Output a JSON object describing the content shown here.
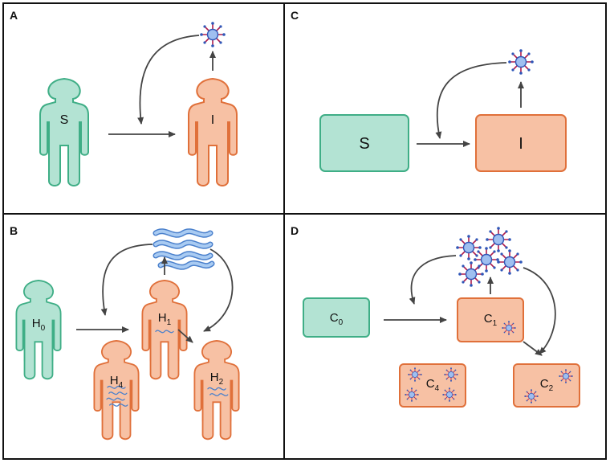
{
  "colors": {
    "frame": "#111111",
    "green_fill": "#b3e3d3",
    "green_stroke": "#3fae86",
    "orange_fill": "#f7c1a4",
    "orange_stroke": "#e0703a",
    "arrow": "#444444",
    "virus_body": "#9fbff0",
    "virus_outline": "#2f57b8",
    "virus_spike": "#b01e4e",
    "worm_fill": "#8fb9ea",
    "worm_stroke": "#4a80cc"
  },
  "icons": {
    "person": "person-silhouette-icon",
    "virus": "virus-particle-icon",
    "worm": "worm-pathogen-icon"
  },
  "panels": {
    "a": {
      "letter": "A",
      "susceptible": "S",
      "infected": "I"
    },
    "b": {
      "letter": "B",
      "h0": {
        "base": "H",
        "sub": "0"
      },
      "h1": {
        "base": "H",
        "sub": "1"
      },
      "h2": {
        "base": "H",
        "sub": "2"
      },
      "h4": {
        "base": "H",
        "sub": "4"
      }
    },
    "c": {
      "letter": "C",
      "susceptible": "S",
      "infected": "I"
    },
    "d": {
      "letter": "D",
      "c0": {
        "base": "C",
        "sub": "0"
      },
      "c1": {
        "base": "C",
        "sub": "1"
      },
      "c2": {
        "base": "C",
        "sub": "2"
      },
      "c4": {
        "base": "C",
        "sub": "4"
      }
    }
  }
}
